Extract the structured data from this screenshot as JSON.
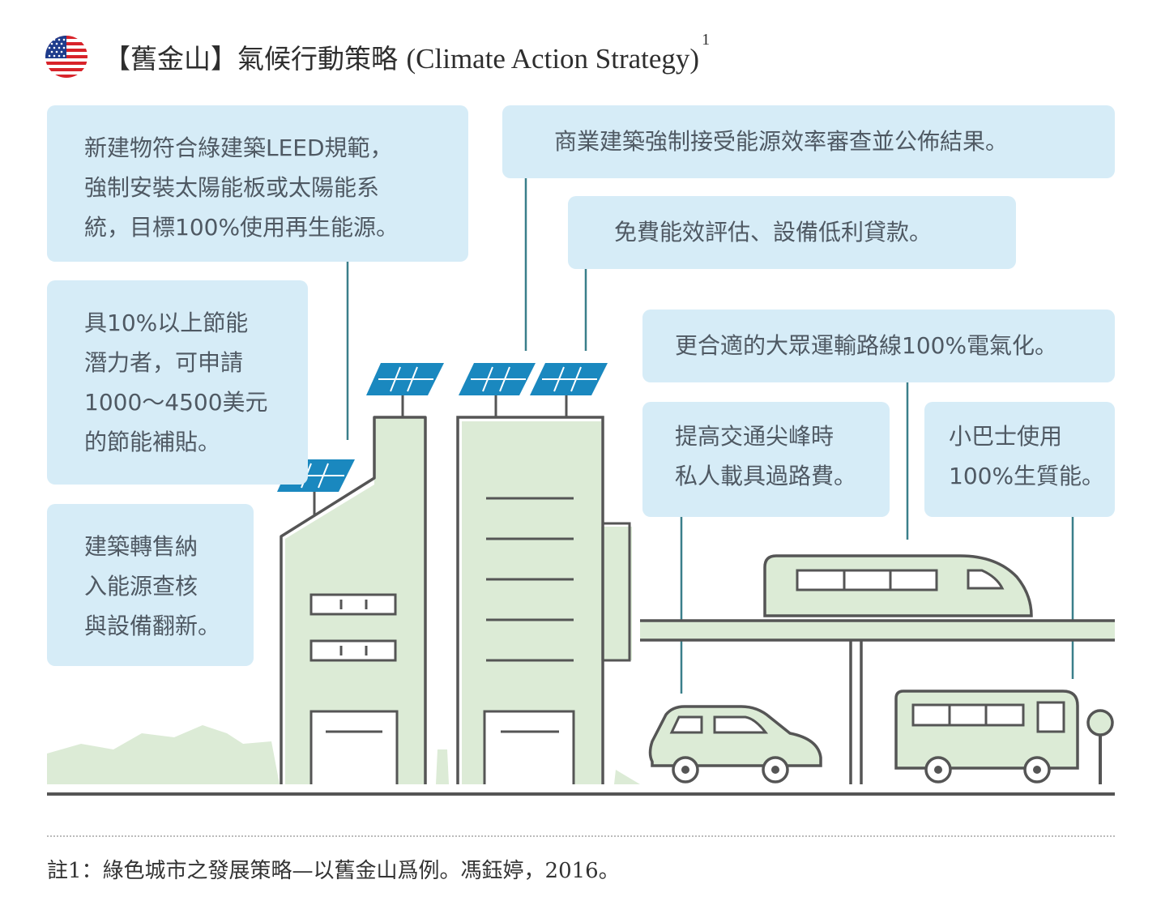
{
  "title": {
    "main": "【舊金山】氣候行動策略",
    "english": "(Climate Action Strategy)",
    "footnote_mark": "1"
  },
  "callouts": {
    "leed": [
      "新建物符合綠建築LEED規範，",
      "強制安裝太陽能板或太陽能系",
      "統，目標100%使用再生能源。"
    ],
    "subsidy": [
      "具10%以上節能",
      "潛力者，可申請",
      "1000～4500美元",
      "的節能補貼。"
    ],
    "resale": [
      "建築轉售納",
      "入能源查核",
      "與設備翻新。"
    ],
    "commercial": [
      "商業建築強制接受能源效率審查並公佈結果。"
    ],
    "loan": [
      "免費能效評估、設備低利貸款。"
    ],
    "transit": [
      "更合適的大眾運輸路線100%電氣化。"
    ],
    "toll": [
      "提高交通尖峰時",
      "私人載具過路費。"
    ],
    "minibus": [
      "小巴士使用",
      "100%生質能。"
    ]
  },
  "footnote": "註1：綠色城市之發展策略—以舊金山爲例。馮鈺婷，2016。",
  "colors": {
    "callout_bg": "#d6ecf7",
    "building_fill": "#dcebd6",
    "outline": "#555555",
    "solar_panel": "#1a88bf",
    "leader_line": "#3a7f8a",
    "flag_red": "#d8232a",
    "flag_blue": "#1e3c8c"
  },
  "icons": [
    "us-flag-icon",
    "solar-panel-icon",
    "train-icon",
    "car-icon",
    "bus-icon",
    "bus-stop-sign-icon"
  ]
}
